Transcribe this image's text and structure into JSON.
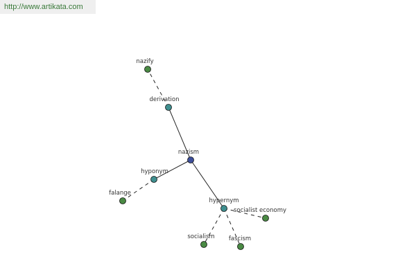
{
  "site_url": "http://www.artikata.com",
  "colors": {
    "center": "#3d4f9a",
    "relation": "#3f8f8f",
    "leaf": "#4a8a44",
    "edge": "#222222"
  },
  "nodes": [
    {
      "id": "nazism",
      "label": "nazism",
      "kind": "center"
    },
    {
      "id": "derivation",
      "label": "derivation",
      "kind": "relation"
    },
    {
      "id": "nazify",
      "label": "nazify",
      "kind": "leaf"
    },
    {
      "id": "hyponym",
      "label": "hyponym",
      "kind": "relation"
    },
    {
      "id": "falange",
      "label": "falange",
      "kind": "leaf"
    },
    {
      "id": "hypernym",
      "label": "hypernym",
      "kind": "relation"
    },
    {
      "id": "socialist_economy",
      "label": "socialist economy",
      "kind": "leaf"
    },
    {
      "id": "socialism",
      "label": "socialism",
      "kind": "leaf"
    },
    {
      "id": "fascism",
      "label": "fascism",
      "kind": "leaf"
    }
  ],
  "edges": [
    {
      "from": "nazism",
      "to": "derivation",
      "style": "solid"
    },
    {
      "from": "nazism",
      "to": "hyponym",
      "style": "solid"
    },
    {
      "from": "nazism",
      "to": "hypernym",
      "style": "solid"
    },
    {
      "from": "derivation",
      "to": "nazify",
      "style": "dashed"
    },
    {
      "from": "hyponym",
      "to": "falange",
      "style": "dashed"
    },
    {
      "from": "hypernym",
      "to": "socialist_economy",
      "style": "dashed"
    },
    {
      "from": "hypernym",
      "to": "socialism",
      "style": "dashed"
    },
    {
      "from": "hypernym",
      "to": "fascism",
      "style": "dashed"
    }
  ]
}
